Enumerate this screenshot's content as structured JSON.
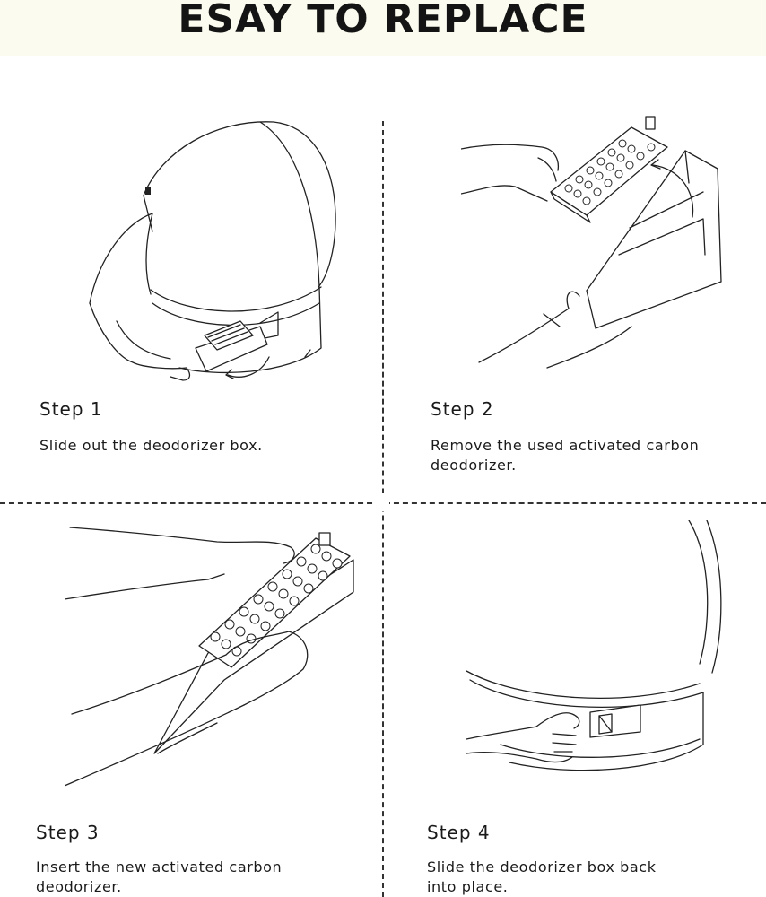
{
  "header": {
    "title": "ESAY TO REPLACE"
  },
  "steps": [
    {
      "title": "Step 1",
      "text": "Slide out the deodorizer box."
    },
    {
      "title": "Step 2",
      "text": "Remove the used activated carbon deodorizer."
    },
    {
      "title": "Step 3",
      "text": "Insert the new activated carbon deodorizer."
    },
    {
      "title": "Step 4",
      "text": "Slide the deodorizer box back into place."
    }
  ]
}
